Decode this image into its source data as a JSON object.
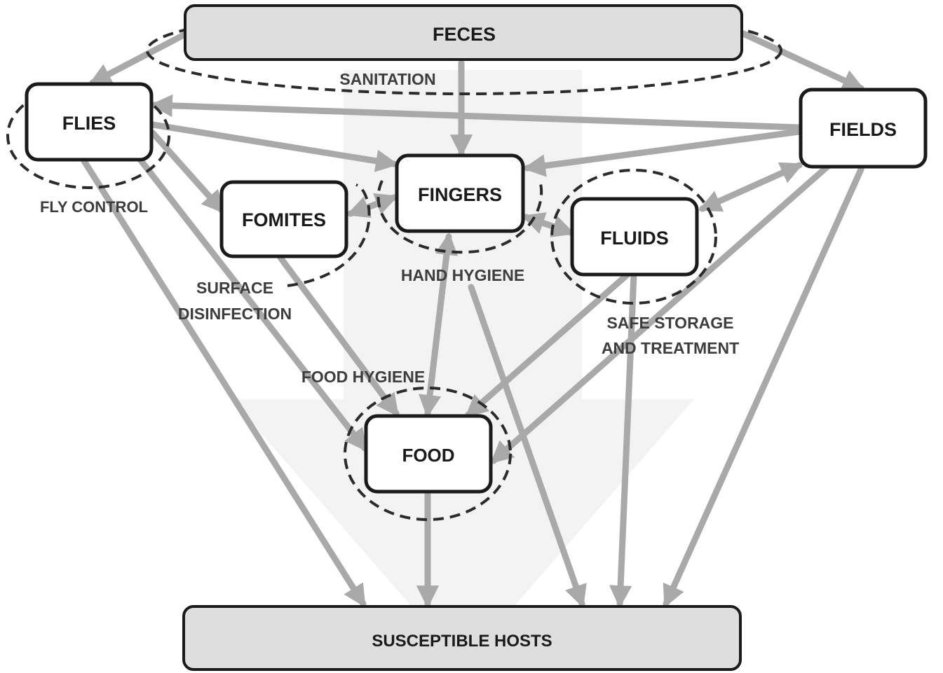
{
  "nodes": {
    "feces": "FECES",
    "flies": "FLIES",
    "fields": "FIELDS",
    "fingers": "FINGERS",
    "fomites": "FOMITES",
    "fluids": "FLUIDS",
    "food": "FOOD",
    "hosts": "SUSCEPTIBLE HOSTS"
  },
  "barriers": {
    "sanitation": "SANITATION",
    "fly_control": "FLY CONTROL",
    "surface_disinfection": [
      "SURFACE",
      "DISINFECTION"
    ],
    "hand_hygiene": "HAND HYGIENE",
    "safe_storage": [
      "SAFE STORAGE",
      "AND TREATMENT"
    ],
    "food_hygiene": "FOOD HYGIENE"
  },
  "colors": {
    "arrow": "#a9a9a9",
    "box_stroke": "#1a1a1a",
    "bar_fill": "#dedede",
    "barrier_ring": "#2b2b2b",
    "watermark": "#f3f3f3"
  }
}
